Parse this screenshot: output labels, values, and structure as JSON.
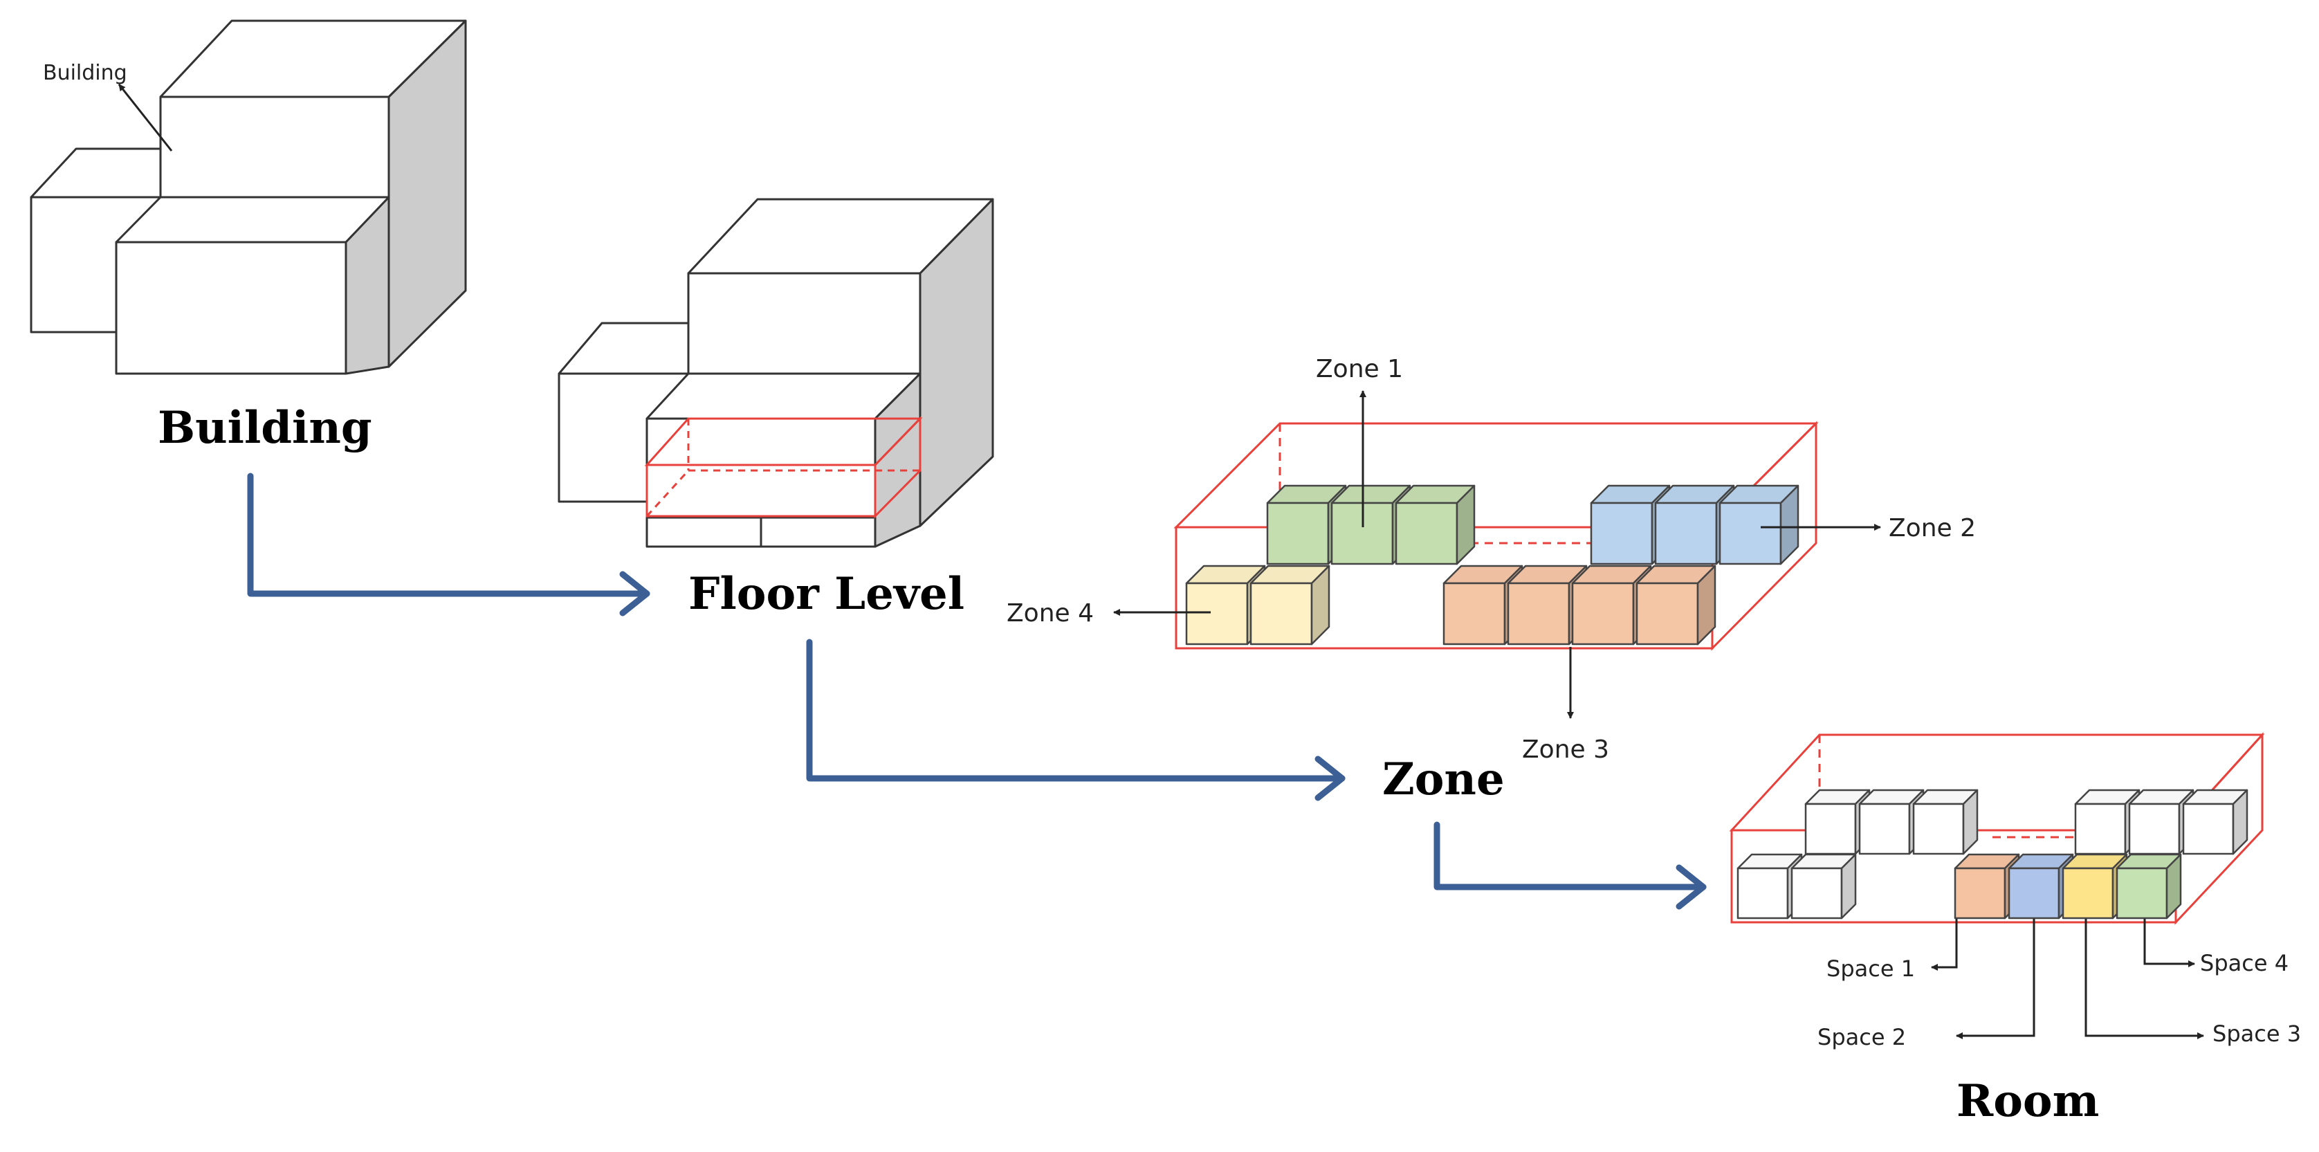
{
  "stages": {
    "building": "Building",
    "floor_level": "Floor Level",
    "zone": "Zone",
    "room": "Room"
  },
  "callouts": {
    "building": "Building",
    "zone_1": "Zone 1",
    "zone_2": "Zone 2",
    "zone_3": "Zone 3",
    "zone_4": "Zone 4",
    "space_1": "Space 1",
    "space_2": "Space 2",
    "space_3": "Space 3",
    "space_4": "Space 4"
  },
  "colors": {
    "flow_arrow": "#3c6095",
    "outline_red": "#e8413c",
    "side_gray": "#cccccc",
    "zone_1_green": "#c5deb0",
    "zone_2_blue": "#b9d3ee",
    "zone_3_salmon": "#f5c6a6",
    "zone_4_yellow": "#fdf1c5",
    "space_1": "#f5c3a2",
    "space_2": "#aec4ea",
    "space_3": "#fde48a",
    "space_4": "#c5e2b2"
  }
}
